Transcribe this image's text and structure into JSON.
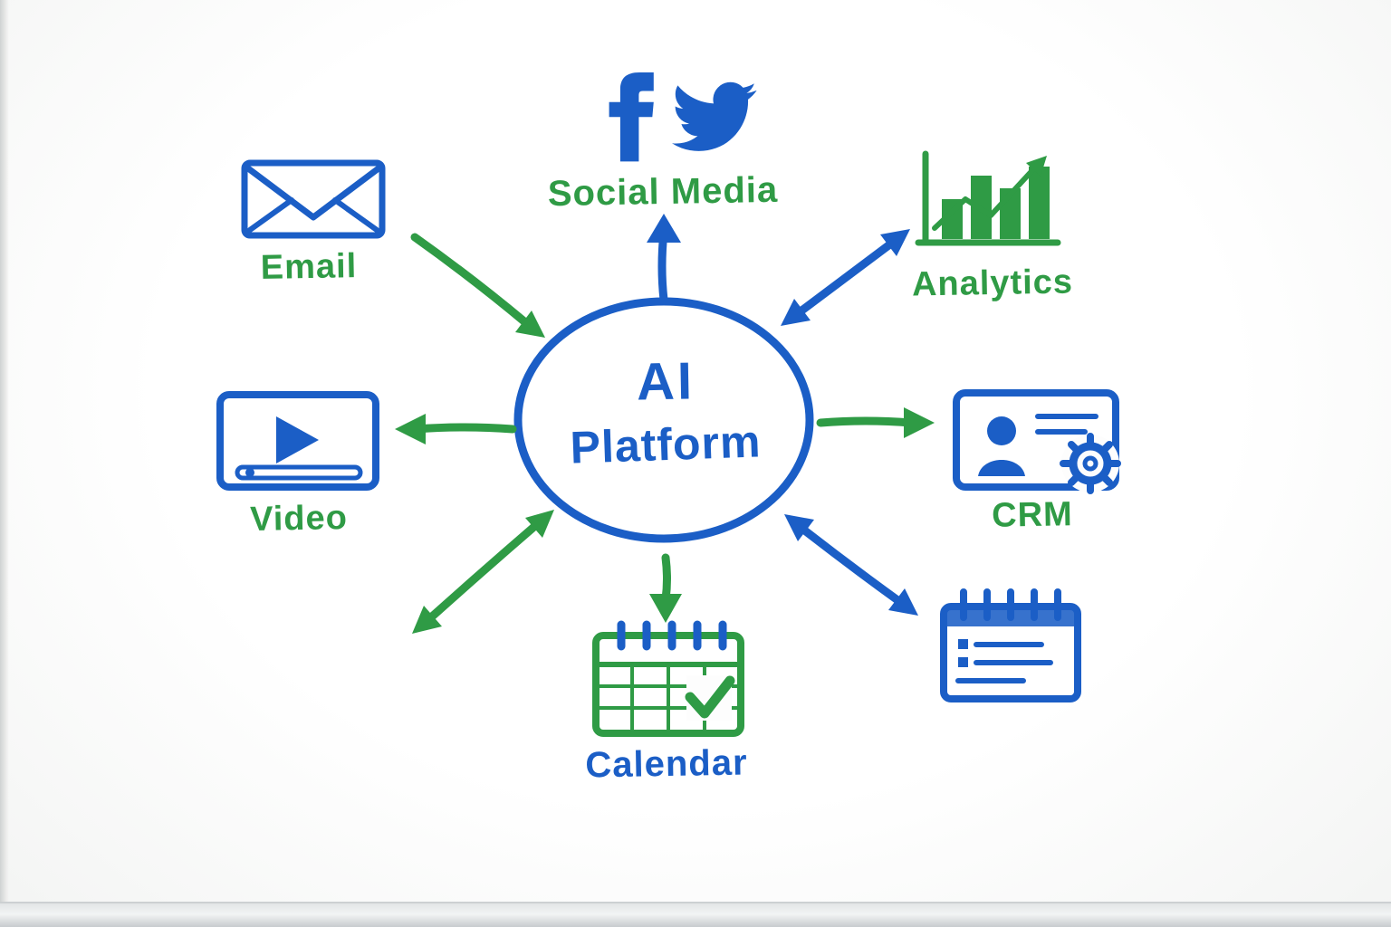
{
  "center": {
    "line1": "AI",
    "line2": "Platform"
  },
  "nodes": {
    "social_media": {
      "label": "Social Media"
    },
    "email": {
      "label": "Email"
    },
    "analytics": {
      "label": "Analytics"
    },
    "video": {
      "label": "Video"
    },
    "crm": {
      "label": "CRM"
    },
    "calendar": {
      "label": "Calendar"
    }
  },
  "icons": {
    "social_media": [
      "facebook-icon",
      "twitter-icon"
    ],
    "email": "envelope-icon",
    "analytics": "bar-chart-icon",
    "video": "video-player-icon",
    "crm": "id-card-gear-icon",
    "calendar": "calendar-check-icon",
    "notepad": "notepad-icon"
  },
  "colors": {
    "blue": "#1b5ec6",
    "green": "#2f9b45"
  }
}
